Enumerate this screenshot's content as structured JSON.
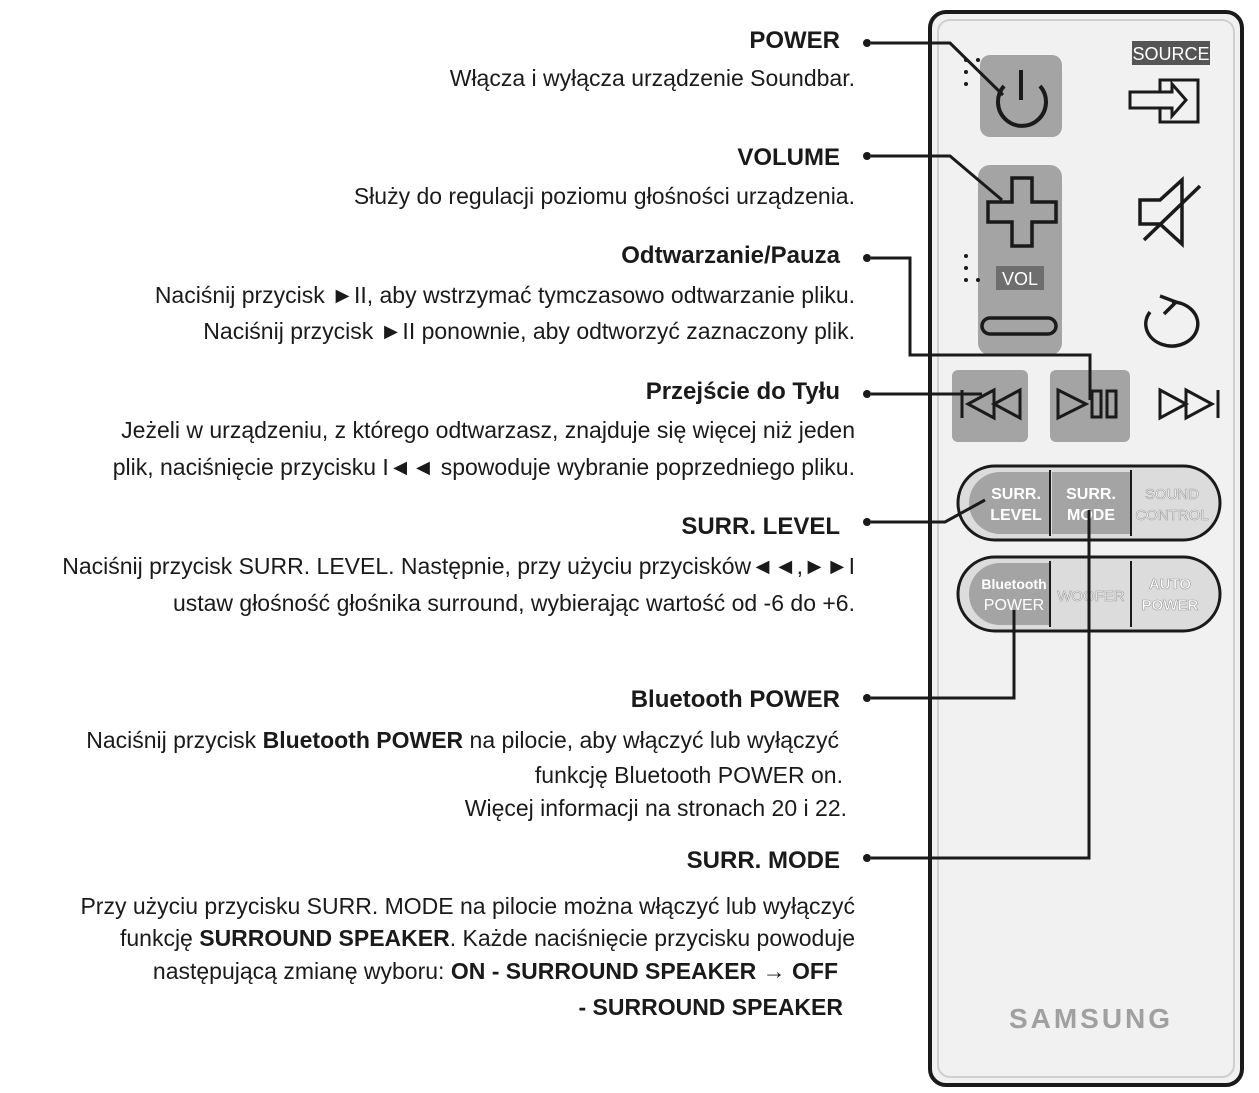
{
  "sections": {
    "power": {
      "title": "POWER",
      "desc": "Włącza i wyłącza urządzenie Soundbar."
    },
    "volume": {
      "title": "VOLUME",
      "desc": "Służy do regulacji poziomu głośności urządzenia."
    },
    "play_pause": {
      "title": "Odtwarzanie/Pauza",
      "line1": "Naciśnij przycisk ►II, aby wstrzymać tymczasowo odtwarzanie pliku.",
      "line2": "Naciśnij przycisk ►II ponownie, aby odtworzyć zaznaczony plik."
    },
    "skip_back": {
      "title": "Przejście do Tyłu",
      "line1": "Jeżeli w urządzeniu, z którego odtwarzasz, znajduje się więcej niż jeden",
      "line2": "plik, naciśnięcie przycisku I◄◄ spowoduje wybranie poprzedniego pliku."
    },
    "surr_level": {
      "title": "SURR. LEVEL",
      "line1": "Naciśnij przycisk SURR. LEVEL. Następnie, przy użyciu przycisków◄◄,►►I",
      "line2": "ustaw głośność głośnika surround, wybierając wartość od -6 do +6."
    },
    "bt_power": {
      "title": "Bluetooth POWER",
      "line1_a": "Naciśnij przycisk ",
      "line1_b": "Bluetooth POWER",
      "line1_c": " na pilocie, aby włączyć lub wyłączyć",
      "line2": "funkcję Bluetooth POWER on.",
      "line3": "Więcej informacji na stronach 20 i 22."
    },
    "surr_mode": {
      "title": "SURR. MODE",
      "line1": "Przy użyciu przycisku SURR. MODE na pilocie można włączyć lub wyłączyć",
      "line2_a": "funkcję ",
      "line2_b": "SURROUND SPEAKER",
      "line2_c": ". Każde naciśnięcie przycisku powoduje",
      "line3_a": "następującą zmianę wyboru: ",
      "line3_b": "ON - SURROUND SPEAKER → OFF",
      "line4": "- SURROUND SPEAKER"
    }
  },
  "remote": {
    "source_label": "SOURCE",
    "vol_label": "VOL",
    "surr_level_1": "SURR.",
    "surr_level_2": "LEVEL",
    "surr_mode_1": "SURR.",
    "surr_mode_2": "MODE",
    "sound_control_1": "SOUND",
    "sound_control_2": "CONTROL",
    "bt_power_1": "Bluetooth",
    "bt_power_2": "POWER",
    "woofer": "WOOFER",
    "auto_power_1": "AUTO",
    "auto_power_2": "POWER",
    "brand": "SAMSUNG"
  },
  "colors": {
    "highlight": "#a4a4a4",
    "remote_body": "#f1f1f1",
    "outline": "#1a1a1a"
  }
}
